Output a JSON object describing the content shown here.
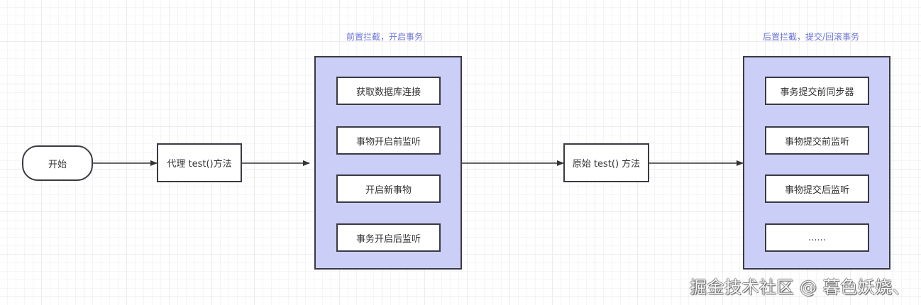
{
  "nodes": {
    "start": "开始",
    "proxy": "代理 test()方法",
    "original": "原始 test() 方法"
  },
  "pre_interceptor": {
    "caption": "前置拦截，开启事务",
    "steps": [
      "获取数据库连接",
      "事物开启前监听",
      "开启新事物",
      "事务开启后监听"
    ]
  },
  "post_interceptor": {
    "caption": "后置拦截，提交/回滚事务",
    "steps": [
      "事务提交前同步器",
      "事物提交前监听",
      "事物提交后监听",
      "......"
    ]
  },
  "colors": {
    "container_fill": "#cbcff7",
    "caption": "#6b74d6",
    "stroke": "#3a3a44"
  },
  "watermark": "掘金技术社区 @ 暮色妖娆、"
}
